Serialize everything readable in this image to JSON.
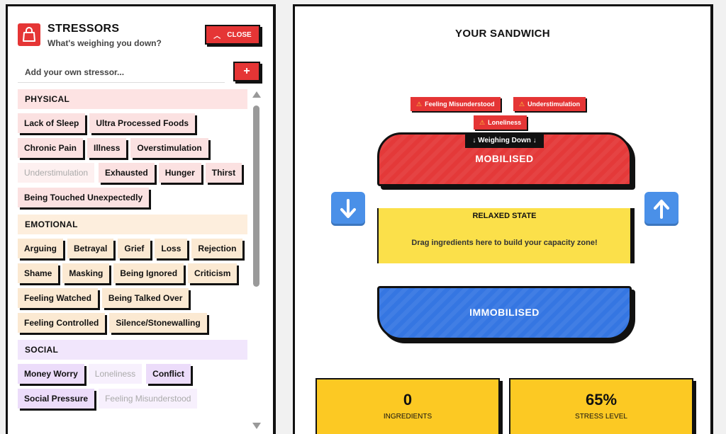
{
  "stressors_panel": {
    "title": "STRESSORS",
    "subtitle": "What's weighing you down?",
    "close_label": "CLOSE",
    "add_placeholder": "Add your own stressor...",
    "add_label": "+",
    "sections": [
      {
        "key": "physical",
        "title": "PHYSICAL",
        "items": [
          {
            "label": "Lack of Sleep",
            "disabled": false
          },
          {
            "label": "Ultra Processed Foods",
            "disabled": false
          },
          {
            "label": "Chronic Pain",
            "disabled": false
          },
          {
            "label": "Illness",
            "disabled": false
          },
          {
            "label": "Overstimulation",
            "disabled": false
          },
          {
            "label": "Understimulation",
            "disabled": true
          },
          {
            "label": "Exhausted",
            "disabled": false
          },
          {
            "label": "Hunger",
            "disabled": false
          },
          {
            "label": "Thirst",
            "disabled": false
          },
          {
            "label": "Being Touched Unexpectedly",
            "disabled": false
          }
        ]
      },
      {
        "key": "emotional",
        "title": "EMOTIONAL",
        "items": [
          {
            "label": "Arguing",
            "disabled": false
          },
          {
            "label": "Betrayal",
            "disabled": false
          },
          {
            "label": "Grief",
            "disabled": false
          },
          {
            "label": "Loss",
            "disabled": false
          },
          {
            "label": "Rejection",
            "disabled": false
          },
          {
            "label": "Shame",
            "disabled": false
          },
          {
            "label": "Masking",
            "disabled": false
          },
          {
            "label": "Being Ignored",
            "disabled": false
          },
          {
            "label": "Criticism",
            "disabled": false
          },
          {
            "label": "Feeling Watched",
            "disabled": false
          },
          {
            "label": "Being Talked Over",
            "disabled": false
          },
          {
            "label": "Feeling Controlled",
            "disabled": false
          },
          {
            "label": "Silence/Stonewalling",
            "disabled": false
          }
        ]
      },
      {
        "key": "social",
        "title": "SOCIAL",
        "items": [
          {
            "label": "Money Worry",
            "disabled": false
          },
          {
            "label": "Loneliness",
            "disabled": true
          },
          {
            "label": "Conflict",
            "disabled": false
          },
          {
            "label": "Social Pressure",
            "disabled": false
          },
          {
            "label": "Feeling Misunderstood",
            "disabled": true
          }
        ]
      }
    ]
  },
  "sandwich": {
    "title": "YOUR SANDWICH",
    "tags": [
      {
        "label": "Feeling Misunderstood",
        "icon": "warning-icon"
      },
      {
        "label": "Understimulation",
        "icon": "warning-icon"
      },
      {
        "label": "Loneliness",
        "icon": "warning-icon"
      }
    ],
    "weighing_label": "↓ Weighing Down ↓",
    "top_layer": "MOBILISED",
    "middle_title": "RELAXED STATE",
    "middle_hint": "Drag ingredients here to build your capacity zone!",
    "bottom_layer": "IMMOBILISED",
    "down_button_icon": "arrow-down-icon",
    "up_button_icon": "arrow-up-icon"
  },
  "stats": {
    "ingredients_value": "0",
    "ingredients_label": "INGREDIENTS",
    "stress_value": "65%",
    "stress_label": "STRESS LEVEL"
  },
  "colors": {
    "accent_red": "#e53535",
    "accent_blue": "#3576e2",
    "accent_yellow": "#fbe04a",
    "card_yellow": "#fcc923"
  }
}
